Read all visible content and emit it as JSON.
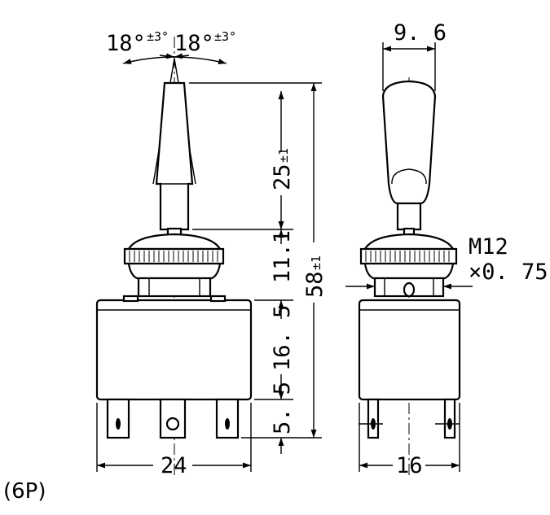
{
  "front_view": {
    "angle_left": "18°",
    "angle_left_tol": "±3°",
    "angle_right": "18°",
    "angle_right_tol": "±3°",
    "lever_length": "25",
    "lever_length_tol": "±1",
    "bushing_height": "11.1",
    "housing_height": "16. 5",
    "terminal_length": "5. 5",
    "overall_height": "58",
    "overall_height_tol": "±1",
    "width": "24"
  },
  "side_view": {
    "lever_width": "9. 6",
    "thread_size_line1": "M12",
    "thread_size_line2": "×0. 75",
    "width": "16"
  },
  "caption": "(6P)"
}
